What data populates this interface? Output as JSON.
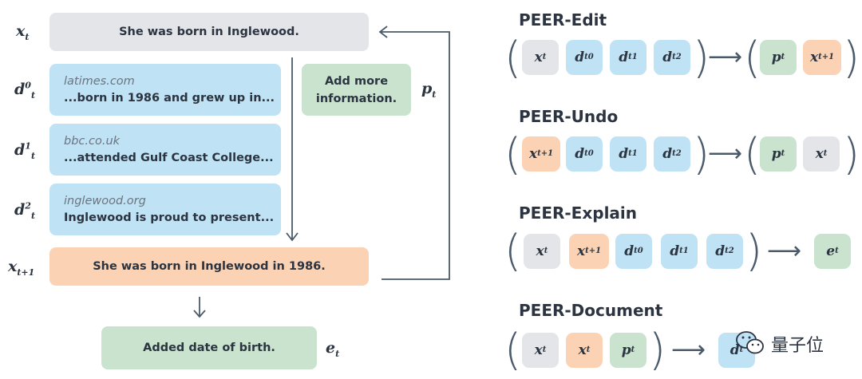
{
  "left": {
    "xt_label": {
      "base": "x",
      "sub": "t"
    },
    "xt_text": "She was born in Inglewood.",
    "docs": [
      {
        "label": {
          "base": "d",
          "sub": "t",
          "sup": "0"
        },
        "source": "latimes.com",
        "snippet": "...born in 1986 and grew up in..."
      },
      {
        "label": {
          "base": "d",
          "sub": "t",
          "sup": "1"
        },
        "source": "bbc.co.uk",
        "snippet": "...attended Gulf Coast College..."
      },
      {
        "label": {
          "base": "d",
          "sub": "t",
          "sup": "2"
        },
        "source": "inglewood.org",
        "snippet": "Inglewood is proud to present..."
      }
    ],
    "plan_text": "Add more information.",
    "pt_label": {
      "base": "p",
      "sub": "t"
    },
    "xt1_label": {
      "base": "x",
      "sub": "t+1"
    },
    "xt1_text": "She was born in Inglewood in 1986.",
    "explain_text": "Added date of birth.",
    "et_label": {
      "base": "e",
      "sub": "t"
    }
  },
  "right": {
    "sections": [
      {
        "title": "PEER-Edit"
      },
      {
        "title": "PEER-Undo"
      },
      {
        "title": "PEER-Explain"
      },
      {
        "title": "PEER-Document"
      }
    ]
  },
  "watermark": "量子位",
  "colors": {
    "gray": "#e3e5e8",
    "blue": "#bfe2f5",
    "orange": "#fbd3b4",
    "green": "#c9e3cf",
    "text": "#2b3440"
  }
}
